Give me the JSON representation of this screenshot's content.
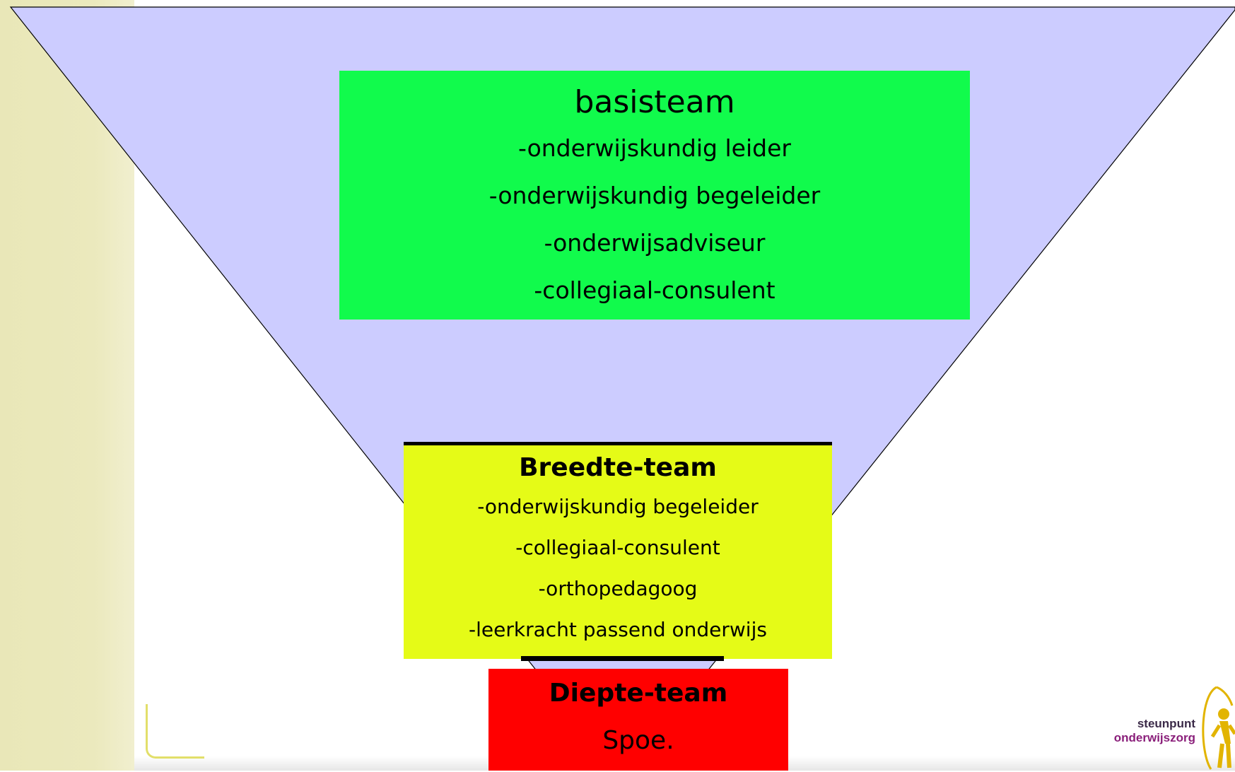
{
  "diagram": {
    "top_box": {
      "title": "basisteam",
      "items": [
        "-onderwijskundig leider",
        "-onderwijskundig begeleider",
        "-onderwijsadviseur",
        "-collegiaal-consulent"
      ]
    },
    "middle_box": {
      "title": "Breedte-team",
      "items": [
        "-onderwijskundig begeleider",
        "-collegiaal-consulent",
        "-orthopedagoog",
        "-leerkracht passend onderwijs"
      ]
    },
    "bottom_box": {
      "title": "Diepte-team",
      "text": "Spoe."
    }
  },
  "logo": {
    "line1": "steunpunt",
    "line2": "onderwijszorg"
  },
  "colors": {
    "funnel": "#ccccff",
    "top_box": "#11fb4c",
    "middle_box": "#e5fb17",
    "bottom_box": "#ff0000",
    "background_band": "#e9e7b8"
  }
}
